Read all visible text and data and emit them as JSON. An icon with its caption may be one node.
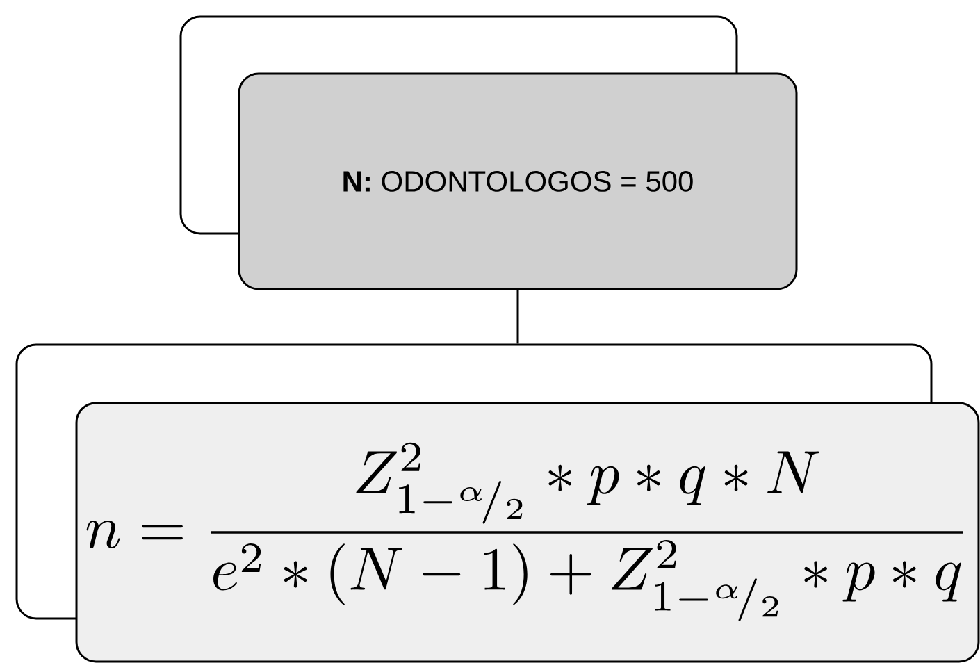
{
  "diagram": {
    "nodes": [
      {
        "text": [],
        "shape": "box"
      },
      {
        "text": [
          "**N:** ODONTOLOGOS = 500"
        ]
      },
      {
        "text": [],
        "shape": "box"
      },
      {
        "text": [
          "n = \\frac{Z^{2}_{1-{}^{\\alpha}\\!/_{2}} \\ast p \\ast q \\ast N}{e^{2} \\ast (N-1) + Z^{2}_{1-{}^{\\alpha}\\!/_{2}} \\ast p \\ast q}"
        ]
      }
    ],
    "edges": [
      {
        "from": 1,
        "to": 2,
        "arrow": "none"
      }
    ]
  }
}
